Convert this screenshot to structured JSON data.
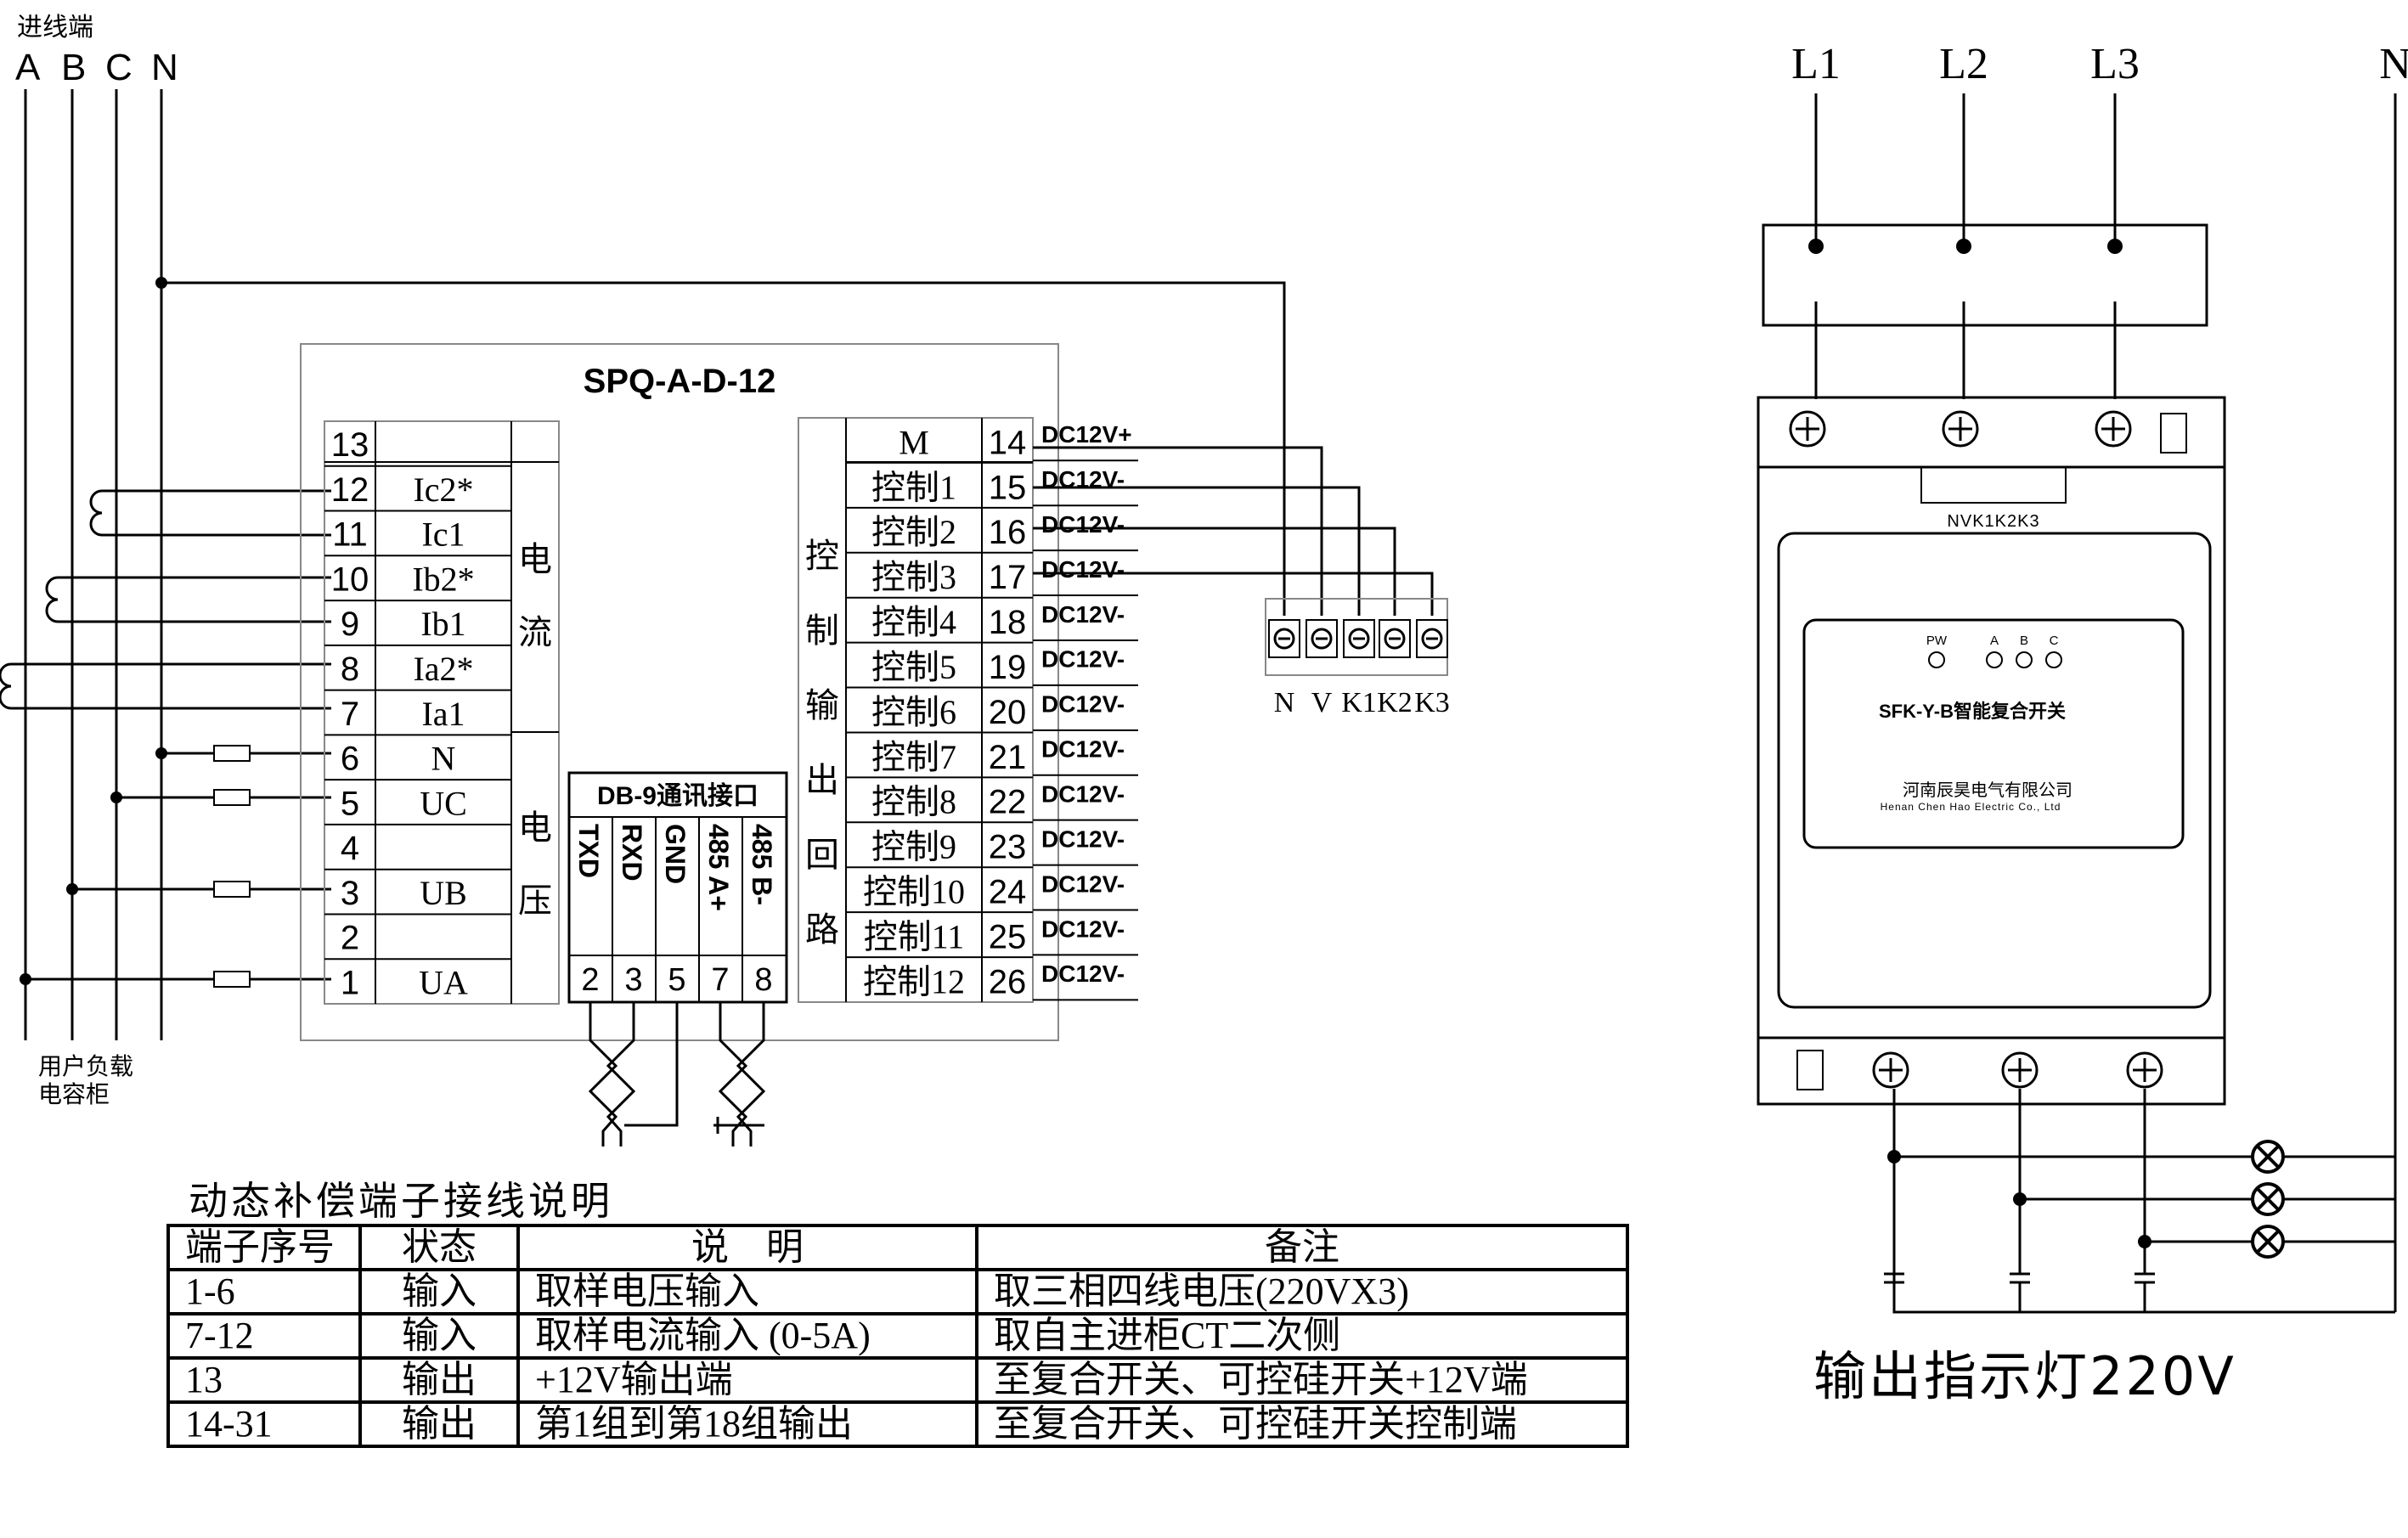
{
  "incoming": {
    "title": "进线端",
    "buses": [
      "A",
      "B",
      "C",
      "N"
    ]
  },
  "load_label": [
    "用户负载",
    "电容柜"
  ],
  "controller": {
    "model": "SPQ-A-D-12",
    "left_terminals": [
      {
        "no": "13",
        "name": ""
      },
      {
        "no": "12",
        "name": "Ic2*"
      },
      {
        "no": "11",
        "name": "Ic1"
      },
      {
        "no": "10",
        "name": "Ib2*"
      },
      {
        "no": "9",
        "name": "Ib1"
      },
      {
        "no": "8",
        "name": "Ia2*"
      },
      {
        "no": "7",
        "name": "Ia1"
      },
      {
        "no": "6",
        "name": "N"
      },
      {
        "no": "5",
        "name": "UC"
      },
      {
        "no": "4",
        "name": ""
      },
      {
        "no": "3",
        "name": "UB"
      },
      {
        "no": "2",
        "name": ""
      },
      {
        "no": "1",
        "name": "UA"
      }
    ],
    "current_group": [
      "电",
      "流"
    ],
    "voltage_group": [
      "电",
      "压"
    ],
    "comm": {
      "title": "DB-9通讯接口",
      "signals": [
        "TXD",
        "RXD",
        "GND",
        "485 A+",
        "485 B-"
      ],
      "pins": [
        "2",
        "3",
        "5",
        "7",
        "8"
      ]
    },
    "output_group": [
      "控",
      "制",
      "输",
      "出",
      "回",
      "路"
    ],
    "right_terminals": [
      {
        "name": "M",
        "no": "14",
        "dc": "DC12V+"
      },
      {
        "name": "控制1",
        "no": "15",
        "dc": "DC12V-"
      },
      {
        "name": "控制2",
        "no": "16",
        "dc": "DC12V-"
      },
      {
        "name": "控制3",
        "no": "17",
        "dc": "DC12V-"
      },
      {
        "name": "控制4",
        "no": "18",
        "dc": "DC12V-"
      },
      {
        "name": "控制5",
        "no": "19",
        "dc": "DC12V-"
      },
      {
        "name": "控制6",
        "no": "20",
        "dc": "DC12V-"
      },
      {
        "name": "控制7",
        "no": "21",
        "dc": "DC12V-"
      },
      {
        "name": "控制8",
        "no": "22",
        "dc": "DC12V-"
      },
      {
        "name": "控制9",
        "no": "23",
        "dc": "DC12V-"
      },
      {
        "name": "控制10",
        "no": "24",
        "dc": "DC12V-"
      },
      {
        "name": "控制11",
        "no": "25",
        "dc": "DC12V-"
      },
      {
        "name": "控制12",
        "no": "26",
        "dc": "DC12V-"
      }
    ]
  },
  "connector_labels": [
    "N",
    "V",
    "K1",
    "K2",
    "K3"
  ],
  "switch": {
    "phases": [
      "L1",
      "L2",
      "L3",
      "N"
    ],
    "top_label": "NVK1K2K3",
    "leds": [
      "PW",
      "A",
      "B",
      "C"
    ],
    "model": "SFK-Y-B智能复合开关",
    "company_cn": "河南辰昊电气有限公司",
    "company_en": "Henan Chen Hao Electric Co., Ltd"
  },
  "lamp_caption": "输出指示灯220V",
  "notes": {
    "title": "动态补偿端子接线说明",
    "header": [
      "端子序号",
      "状态",
      "说　明",
      "备注"
    ],
    "rows": [
      [
        "1-6",
        "输入",
        "取样电压输入",
        "取三相四线电压(220VX3)"
      ],
      [
        "7-12",
        "输入",
        "取样电流输入 (0-5A)",
        "取自主进柜CT二次侧"
      ],
      [
        "13",
        "输出",
        "+12V输出端",
        "至复合开关、可控硅开关+12V端"
      ],
      [
        "14-31",
        "输出",
        "第1组到第18组输出",
        "至复合开关、可控硅开关控制端"
      ]
    ]
  },
  "colors": {
    "line": "#000000",
    "frame": "#888888",
    "background": "#ffffff"
  }
}
